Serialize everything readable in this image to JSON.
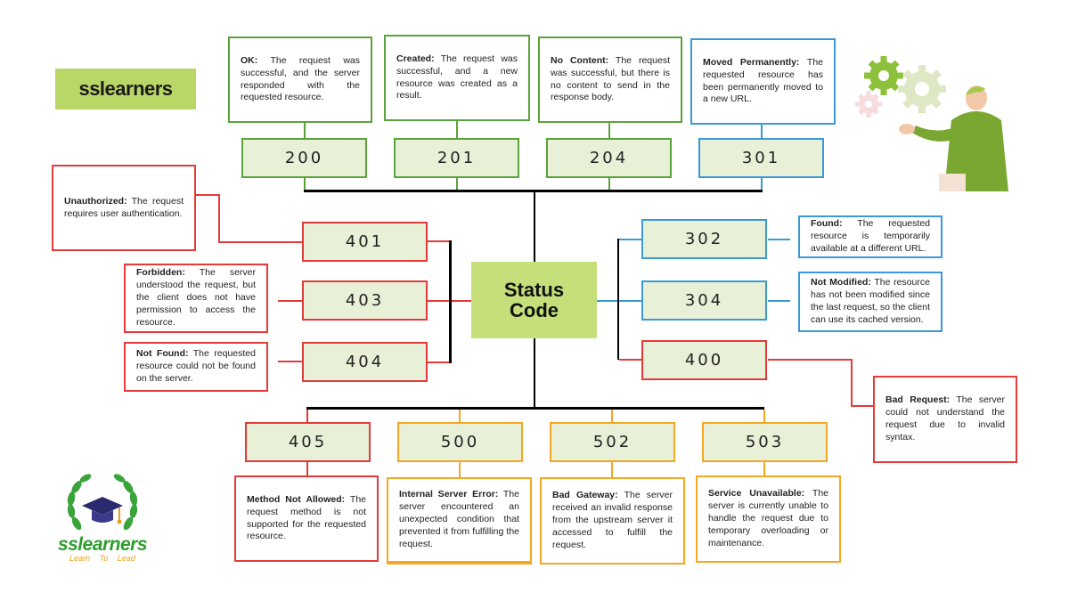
{
  "brand": {
    "name": "sslearners"
  },
  "center": {
    "line1": "Status",
    "line2": "Code"
  },
  "logo": {
    "text": "sslearners",
    "tagline": "Learn To Lead"
  },
  "codes": {
    "c200": {
      "code": "200",
      "title": "OK:",
      "desc": "The request was successful, and the server responded with the requested resource."
    },
    "c201": {
      "code": "201",
      "title": "Created:",
      "desc": "The request was successful, and a new resource was created as a result."
    },
    "c204": {
      "code": "204",
      "title": "No Content:",
      "desc": "The request was successful, but there is no content to send in the response body."
    },
    "c301": {
      "code": "301",
      "title": "Moved Permanently:",
      "desc": "The requested resource has been permanently moved to a new URL."
    },
    "c401": {
      "code": "401",
      "title": "Unauthorized:",
      "desc": "The request requires user authentication."
    },
    "c403": {
      "code": "403",
      "title": "Forbidden:",
      "desc": "The server understood the request, but the client does not have permission to access the resource."
    },
    "c404": {
      "code": "404",
      "title": "Not Found:",
      "desc": "The requested resource could not be found on the server."
    },
    "c302": {
      "code": "302",
      "title": "Found:",
      "desc": "The requested resource is temporarily available at a different URL."
    },
    "c304": {
      "code": "304",
      "title": "Not Modified:",
      "desc": "The resource has not been modified since the last request, so the client can use its cached version."
    },
    "c400": {
      "code": "400",
      "title": "Bad Request:",
      "desc": "The server could not understand the request due to invalid syntax."
    },
    "c405": {
      "code": "405",
      "title": "Method Not Allowed:",
      "desc": "The request method is not supported for the requested resource."
    },
    "c500": {
      "code": "500",
      "title": "Internal Server Error:",
      "desc": "The server encountered an unexpected condition that prevented it from fulfilling the request."
    },
    "c502": {
      "code": "502",
      "title": "Bad Gateway:",
      "desc": "The server received an invalid response from the upstream server it accessed to fulfill the request."
    },
    "c503": {
      "code": "503",
      "title": "Service Unavailable:",
      "desc": "The server is currently unable to handle the request due to temporary overloading or maintenance."
    }
  },
  "colors": {
    "success": "#5aa33a",
    "redirect": "#3a9ad8",
    "client_error": "#e53a3a",
    "server_error": "#f5a623",
    "center": "#c5e07a",
    "brand": "#b9d766"
  },
  "icons": [
    "gear-icon",
    "person-illustration",
    "graduation-cap-icon",
    "laurel-wreath-icon"
  ]
}
